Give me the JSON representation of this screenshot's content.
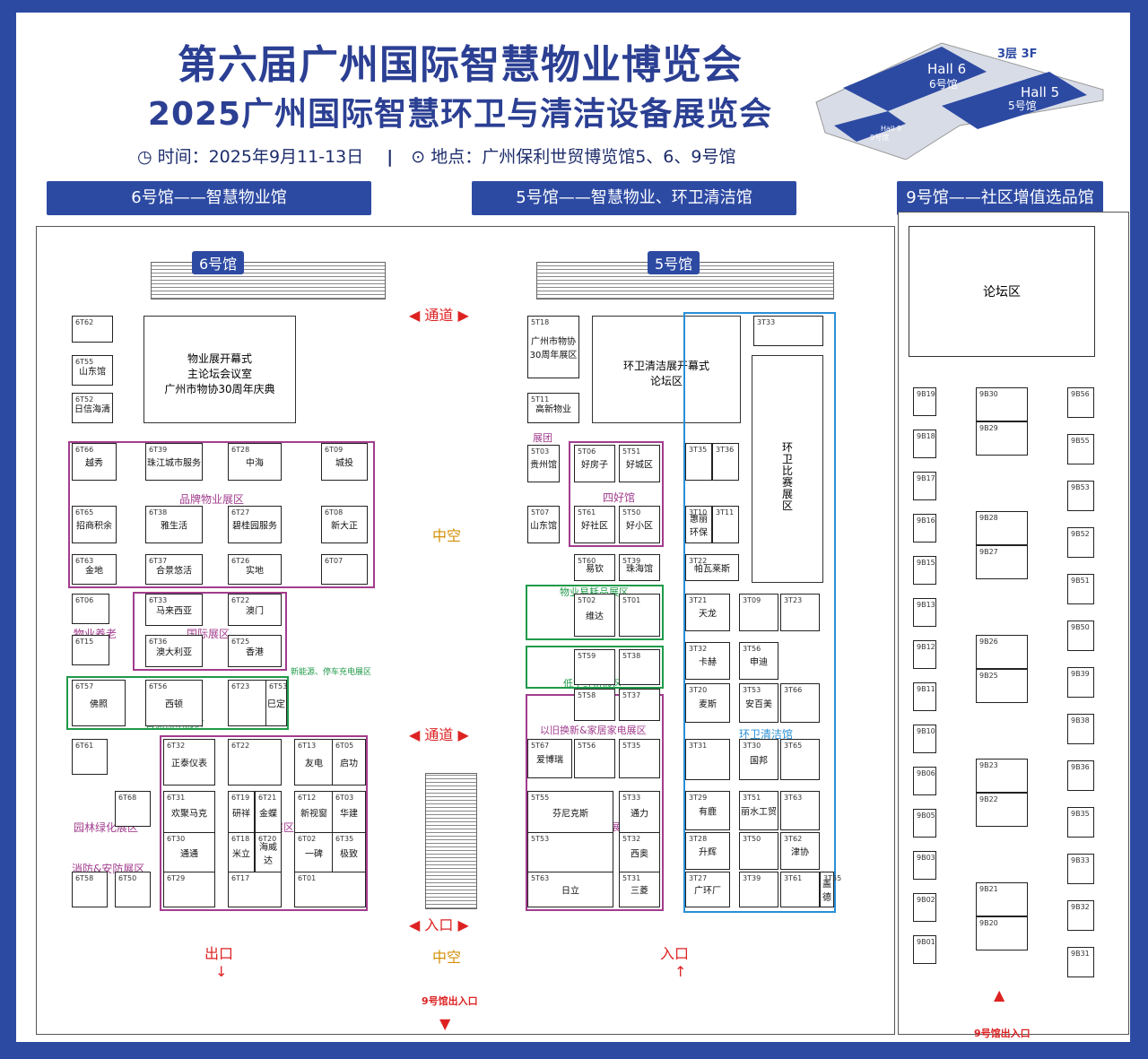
{
  "header": {
    "title_line1": "第六届广州国际智慧物业博览会",
    "title_line2": "2025广州国际智慧环卫与清洁设备展览会",
    "time_label": "时间：2025年9月11-13日",
    "separator": "|",
    "place_label": "地点：广州保利世贸博览馆5、6、9号馆"
  },
  "mini_map": {
    "floor": "3层  3F",
    "hall6_en": "Hall 6",
    "hall6_cn": "6号馆",
    "hall5_en": "Hall 5",
    "hall5_cn": "5号馆",
    "hall9_en": "Hall 9",
    "hall9_cn": "9号馆"
  },
  "halls": {
    "hall6_bar": "6号馆——智慧物业馆",
    "hall5_bar": "5号馆——智慧物业、环卫清洁馆",
    "hall9_bar": "9号馆——社区增值选品馆",
    "hall6_tag": "6号馆",
    "hall5_tag": "5号馆"
  },
  "labels": {
    "passage_top": "通道",
    "passage_mid": "通道",
    "entrance_bottom": "入口",
    "atrium_top": "中空",
    "atrium_bottom": "中空",
    "exit_left": "出口",
    "entrance_right": "入口",
    "hall9_gate_left": "9号馆出入口",
    "hall9_gate_right": "9号馆出入口",
    "forum": "论坛区"
  },
  "features": {
    "opening6": "物业展开幕式\n主论坛会议室\n广州市物协30周年庆典",
    "opening5": "环卫清洁展开幕式\n论坛区",
    "race": "环\n卫\n比\n赛\n展\n区"
  },
  "zones": {
    "brand": "品牌物业展区",
    "intl": "国际展区",
    "elder": "物业养老",
    "lighting": "智慧照明展区",
    "energy": "新能源、停车充电展区",
    "garden": "园林绿化展区",
    "fire": "消防&安防展区",
    "tech": "智慧科技展区",
    "group": "展团",
    "good": "四好馆",
    "consumable": "物业易耗品展区",
    "lowalt": "低空经济展区",
    "appliance": "以旧换新&家居家电展区",
    "elevator": "以旧换新&电梯展区",
    "sanitation": "环卫清洁馆"
  },
  "hall6_booths": [
    {
      "code": "6T62",
      "name": ""
    },
    {
      "code": "6T55",
      "name": "山东馆"
    },
    {
      "code": "6T52",
      "name": "日信海清"
    },
    {
      "code": "6T66",
      "name": "越秀"
    },
    {
      "code": "6T39",
      "name": "珠江城市服务"
    },
    {
      "code": "6T28",
      "name": "中海"
    },
    {
      "code": "6T09",
      "name": "城投"
    },
    {
      "code": "6T65",
      "name": "招商积余"
    },
    {
      "code": "6T38",
      "name": "雅生活"
    },
    {
      "code": "6T27",
      "name": "碧桂园服务"
    },
    {
      "code": "6T08",
      "name": "新大正"
    },
    {
      "code": "6T63",
      "name": "金地"
    },
    {
      "code": "6T37",
      "name": "合景悠活"
    },
    {
      "code": "6T26",
      "name": "实地"
    },
    {
      "code": "6T07",
      "name": ""
    },
    {
      "code": "6T33",
      "name": "马来西亚"
    },
    {
      "code": "6T22",
      "name": "澳门"
    },
    {
      "code": "6T36",
      "name": "澳大利亚"
    },
    {
      "code": "6T25",
      "name": "香港"
    },
    {
      "code": "6T57",
      "name": "佛照"
    },
    {
      "code": "6T56",
      "name": "西顿"
    },
    {
      "code": "6T23",
      "name": ""
    },
    {
      "code": "6T53",
      "name": "巳定"
    },
    {
      "code": "6T32",
      "name": "正泰仪表"
    },
    {
      "code": "6T22",
      "name": ""
    },
    {
      "code": "6T13",
      "name": "友电"
    },
    {
      "code": "6T05",
      "name": "启功"
    },
    {
      "code": "6T31",
      "name": "欢聚马克"
    },
    {
      "code": "6T19",
      "name": "研祥"
    },
    {
      "code": "6T21",
      "name": "金蝶"
    },
    {
      "code": "6T12",
      "name": "新视窗"
    },
    {
      "code": "6T03",
      "name": "华建"
    },
    {
      "code": "6T30",
      "name": "通通"
    },
    {
      "code": "6T18",
      "name": "米立"
    },
    {
      "code": "6T20",
      "name": "海威达"
    },
    {
      "code": "6T02",
      "name": "一碑"
    },
    {
      "code": "6T35",
      "name": "极致"
    },
    {
      "code": "6T29",
      "name": ""
    },
    {
      "code": "6T17",
      "name": ""
    },
    {
      "code": "6T01",
      "name": ""
    },
    {
      "code": "6T58",
      "name": ""
    },
    {
      "code": "6T50",
      "name": ""
    },
    {
      "code": "6T61",
      "name": ""
    },
    {
      "code": "6T68",
      "name": ""
    },
    {
      "code": "6T06",
      "name": ""
    },
    {
      "code": "6T15",
      "name": ""
    }
  ],
  "hall5_booths": [
    {
      "code": "5T18",
      "name": "广州市物协\n30周年展区"
    },
    {
      "code": "5T11",
      "name": "高新物业"
    },
    {
      "code": "5T03",
      "name": "贵州馆"
    },
    {
      "code": "5T06",
      "name": "好房子"
    },
    {
      "code": "5T51",
      "name": "好城区"
    },
    {
      "code": "5T07",
      "name": "山东馆"
    },
    {
      "code": "5T61",
      "name": "好社区"
    },
    {
      "code": "5T50",
      "name": "好小区"
    },
    {
      "code": "5T60",
      "name": "易钦"
    },
    {
      "code": "5T39",
      "name": "珠海馆"
    },
    {
      "code": "5T02",
      "name": "维达"
    },
    {
      "code": "5T01",
      "name": ""
    },
    {
      "code": "5T59",
      "name": ""
    },
    {
      "code": "5T38",
      "name": ""
    },
    {
      "code": "5T58",
      "name": ""
    },
    {
      "code": "5T37",
      "name": ""
    },
    {
      "code": "5T67",
      "name": "爱博瑞"
    },
    {
      "code": "5T56",
      "name": ""
    },
    {
      "code": "5T35",
      "name": ""
    },
    {
      "code": "5T55",
      "name": "芬尼克斯"
    },
    {
      "code": "5T33",
      "name": "通力"
    },
    {
      "code": "5T53",
      "name": ""
    },
    {
      "code": "5T32",
      "name": "西奥"
    },
    {
      "code": "5T63",
      "name": "日立"
    },
    {
      "code": "5T31",
      "name": "三菱"
    }
  ],
  "hall5_sanitation": [
    {
      "code": "3T33",
      "name": ""
    },
    {
      "code": "3T35",
      "name": ""
    },
    {
      "code": "3T36",
      "name": ""
    },
    {
      "code": "3T10",
      "name": "惠丽环保"
    },
    {
      "code": "3T11",
      "name": ""
    },
    {
      "code": "3T22",
      "name": "帕瓦莱斯"
    },
    {
      "code": "3T21",
      "name": "天龙"
    },
    {
      "code": "3T09",
      "name": ""
    },
    {
      "code": "3T23",
      "name": ""
    },
    {
      "code": "3T32",
      "name": "卡赫"
    },
    {
      "code": "3T56",
      "name": "申迪"
    },
    {
      "code": "3T20",
      "name": "麦斯"
    },
    {
      "code": "3T53",
      "name": "安百美"
    },
    {
      "code": "3T66",
      "name": ""
    },
    {
      "code": "3T31",
      "name": ""
    },
    {
      "code": "3T30",
      "name": "国邦"
    },
    {
      "code": "3T65",
      "name": ""
    },
    {
      "code": "3T29",
      "name": "有鹿"
    },
    {
      "code": "3T51",
      "name": "丽水工贸"
    },
    {
      "code": "3T63",
      "name": ""
    },
    {
      "code": "3T28",
      "name": "升辉"
    },
    {
      "code": "3T50",
      "name": ""
    },
    {
      "code": "3T62",
      "name": "津协"
    },
    {
      "code": "3T27",
      "name": "广环厂"
    },
    {
      "code": "3T39",
      "name": ""
    },
    {
      "code": "3T61",
      "name": ""
    },
    {
      "code": "3T55",
      "name": "盖德"
    }
  ],
  "hall9_left": [
    "9B19",
    "9B18",
    "9B17",
    "9B16",
    "9B15",
    "9B13",
    "9B12",
    "9B11",
    "9B10",
    "9B06",
    "9B05",
    "9B03",
    "9B02",
    "9B01"
  ],
  "hall9_mid": [
    "9B30",
    "9B29",
    "9B28",
    "9B27",
    "9B26",
    "9B25",
    "9B23",
    "9B22",
    "9B21",
    "9B20"
  ],
  "hall9_right": [
    "9B56",
    "9B55",
    "9B53",
    "9B52",
    "9B51",
    "9B50",
    "9B39",
    "9B38",
    "9B36",
    "9B35",
    "9B33",
    "9B32",
    "9B31"
  ],
  "colors": {
    "brand_blue": "#2d4aa3",
    "zone_purple": "#a23d8e",
    "zone_green": "#1f9a4a",
    "zone_blue": "#2a8fd6",
    "exit_red": "#d22222"
  }
}
